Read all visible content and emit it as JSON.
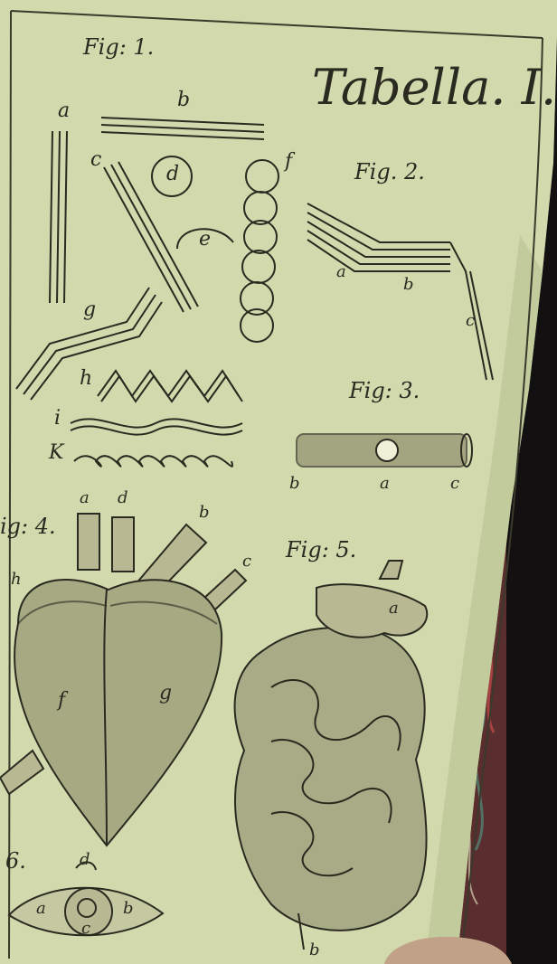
{
  "plate": {
    "title": "Tabella. I.",
    "figure_labels": [
      "Fig: 1.",
      "Fig. 2.",
      "Fig: 3.",
      "ig: 4.",
      "Fig: 5.",
      "6."
    ],
    "fig1_letters": [
      "a",
      "b",
      "c",
      "d",
      "e",
      "f",
      "g",
      "h",
      "i",
      "K"
    ],
    "fig2_letters": [
      "a",
      "b",
      "c"
    ],
    "fig3_letters": [
      "b",
      "a",
      "c"
    ],
    "fig4_letters": [
      "a",
      "d",
      "b",
      "c",
      "h",
      "f",
      "g"
    ],
    "fig5_letters": [
      "a",
      "b"
    ],
    "fig6_letters": [
      "d",
      "a",
      "c",
      "b"
    ]
  },
  "colors": {
    "paper": "#d6dcb2",
    "ink": "#2b2a20",
    "background": "#111010",
    "page_edge": "#b9c48e",
    "marbled_endpaper": "#7a3a3a"
  }
}
